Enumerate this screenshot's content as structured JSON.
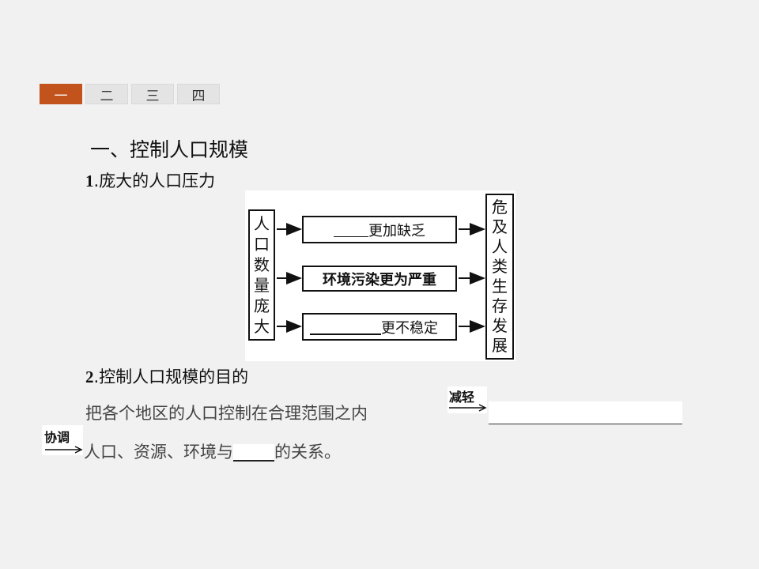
{
  "tabs": [
    "一",
    "二",
    "三",
    "四"
  ],
  "section_title": "一、控制人口规模",
  "sub1": {
    "num": "1",
    "text": ".庞大的人口压力"
  },
  "diagram": {
    "left": [
      "人",
      "口",
      "数",
      "量",
      "庞",
      "大"
    ],
    "right": [
      "危",
      "及",
      "人",
      "类",
      "生",
      "存",
      "发",
      "展"
    ],
    "box1": "更加缺乏",
    "box2": "环境污染更为严重",
    "box3": "更不稳定"
  },
  "sub2": {
    "num": "2",
    "text": ".控制人口规模的目的"
  },
  "line1": "把各个地区的人口控制在合理范围之内",
  "arrow1_label": "减轻",
  "arrow2_label": "协调",
  "line2_a": "人口、资源、环境与",
  "line2_b": "的关系。"
}
